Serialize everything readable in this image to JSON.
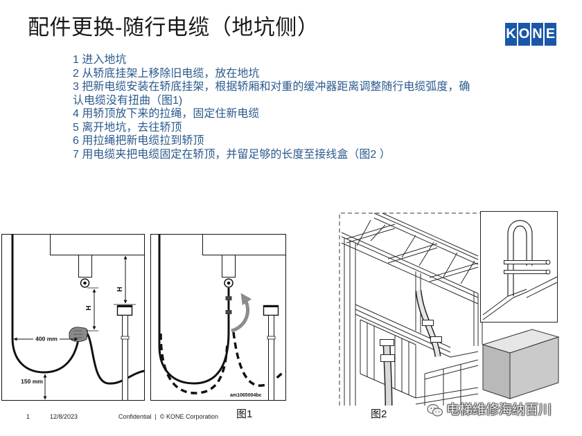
{
  "title": "配件更换-随行电缆（地坑侧）",
  "logo": {
    "letters": [
      "K",
      "O",
      "N",
      "E"
    ]
  },
  "step_lines": [
    "1 进入地坑",
    "2 从轿底挂架上移除旧电缆，放在地坑",
    "3 把新电缆安装在轿底挂架，根据轿厢和对重的缓冲器距离调整随行电缆弧度，确",
    "认电缆没有扭曲（图1)",
    "4 用轿顶放下来的拉绳，固定住新电缆",
    "5 离开地坑，去往轿顶",
    "6 用拉绳把新电缆拉到轿顶",
    "7 用电缆夹把电缆固定在轿顶，并留足够的长度至接线盒（图2 ）"
  ],
  "figure1": {
    "dim_loop_width": "400 mm",
    "dim_floor_clearance": "150 mm",
    "dim_h_hanger": "H",
    "dim_h_buffer": "H",
    "drawing_id": "am1065004bc",
    "caption": "图1"
  },
  "figure2": {
    "caption": "图2"
  },
  "footer": {
    "page_number": "1",
    "date": "12/8/2023",
    "notice": "Confidential  |  © KONE Corporation"
  },
  "watermark": {
    "icon": "wechat-icon",
    "text": "电梯维修海纳百川"
  },
  "colors": {
    "brand": "#1a57a8",
    "step_text": "#2a5a8c"
  }
}
